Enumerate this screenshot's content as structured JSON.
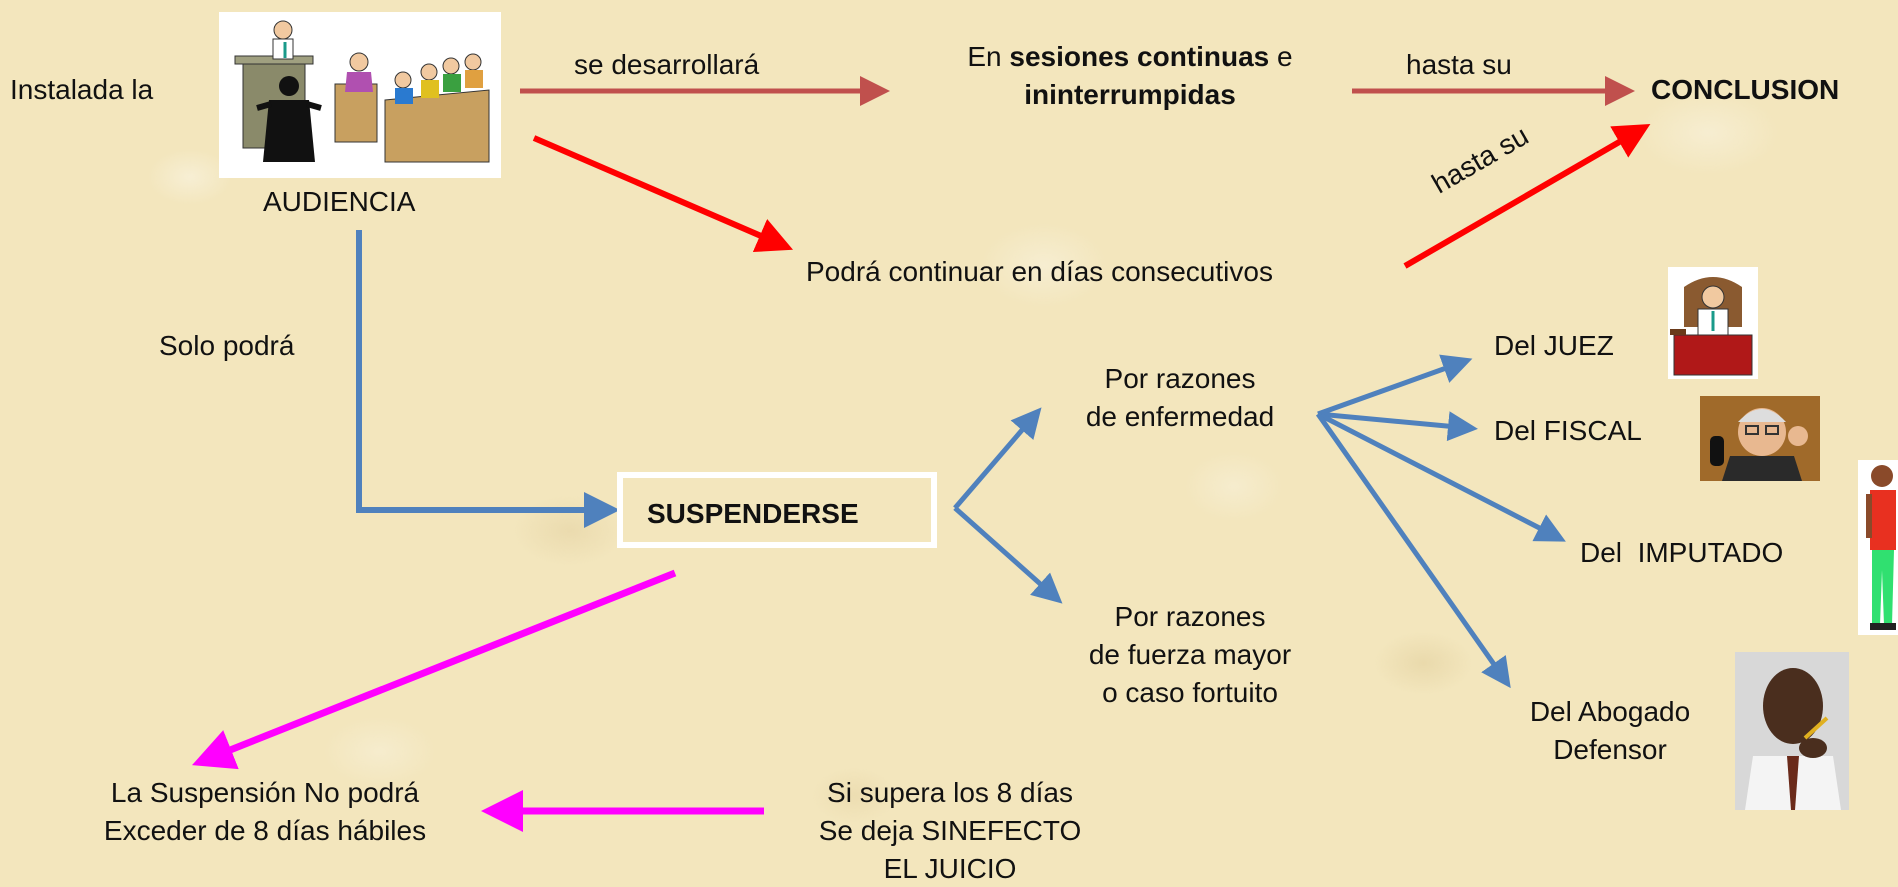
{
  "labels": {
    "instalada": "Instalada la",
    "audiencia": "AUDIENCIA",
    "se_desarrollara": "se desarrollará",
    "en": "En",
    "sesiones_continuas": "sesiones continuas",
    "e": "e",
    "ininterrumpidas": "ininterrumpidas",
    "hasta_su_1": "hasta su",
    "conclusion": "CONCLUSION",
    "hasta_su_2": "hasta su",
    "podra_continuar": "Podrá continuar en días consecutivos",
    "solo_podra": "Solo podrá",
    "suspenderse": "SUSPENDERSE",
    "razones_enfermedad_1": "Por razones",
    "razones_enfermedad_2": "de enfermedad",
    "razones_fuerza_1": "Por razones",
    "razones_fuerza_2": "de fuerza mayor",
    "razones_fuerza_3": "o caso fortuito",
    "del_juez": "Del JUEZ",
    "del_fiscal": "Del FISCAL",
    "del_imputado": "Del  IMPUTADO",
    "del_abogado_1": "Del Abogado",
    "del_abogado_2": "Defensor",
    "no_podra_1": "La Suspensión No podrá",
    "no_podra_2": "Exceder de 8 días hábiles",
    "si_supera_1": "Si supera los 8 días",
    "si_supera_2": "Se deja SINEFECTO",
    "si_supera_3": "EL JUICIO"
  },
  "images": {
    "courtroom": "courtroom-clipart",
    "judge": "judge-clipart",
    "prosecutor": "prosecutor-photo",
    "defendant": "defendant-figure",
    "lawyer": "lawyer-photo"
  },
  "colors": {
    "background": "#f3e6bd",
    "arrow_dark_red": "#c0504d",
    "arrow_red": "#ff0000",
    "arrow_blue": "#4f81bd",
    "arrow_magenta": "#ff00ff"
  }
}
